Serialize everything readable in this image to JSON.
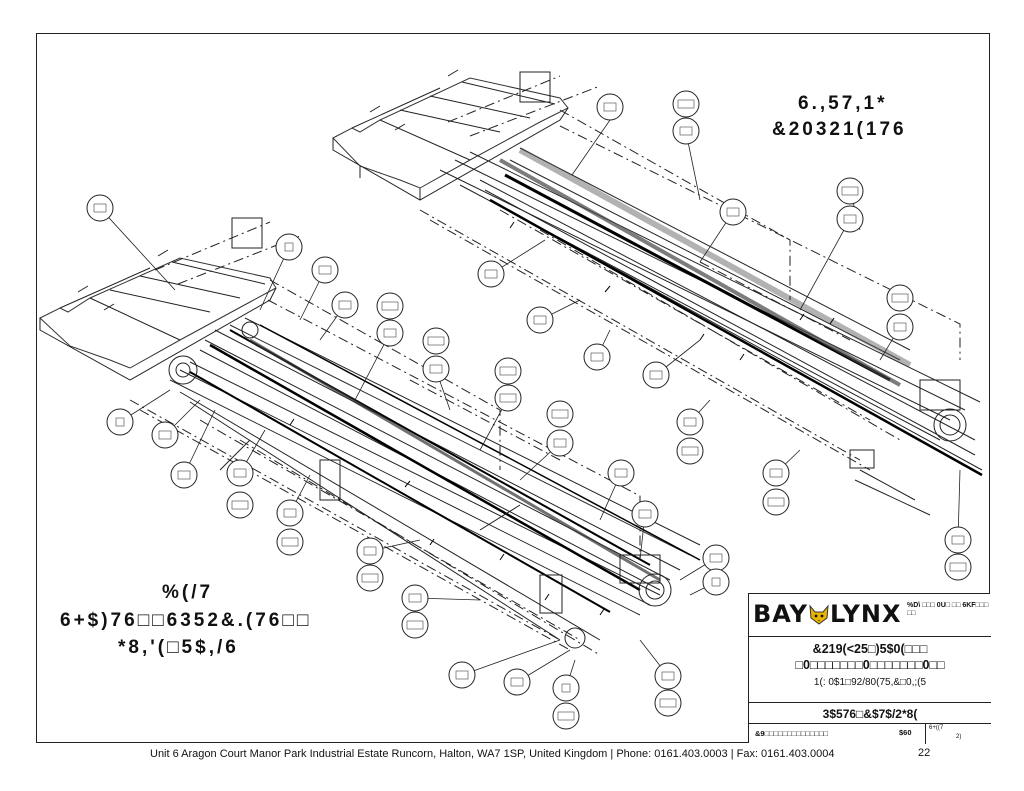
{
  "drawing": {
    "skirt_label": {
      "line1": "6.,57,1*",
      "line2": "&20321(176"
    },
    "belt_label": {
      "line1": "%(/7",
      "line2": "6+$)76□□6352&.(76□□",
      "line3": "*8,'(□5$,/6"
    }
  },
  "title_block": {
    "brand": {
      "left": "BAY",
      "right": "LYNX"
    },
    "tagline": "%D\\ □□□ 0U□ □□ 6KF□□□ □□",
    "description_line1": "&219(<25□)5$0(□□□",
    "description_line2": "□0□□□□□□□0□□□□□□□0□□",
    "description_line3": "1(: 0$1□92/80(75,&□0,;(5",
    "part_title": "3$576□&$7$/2*8(",
    "ref": "&9□□□□□□□□□□□□□□",
    "ref_num": "$60",
    "sheet_label": "6+((7",
    "sheet_value": "2)"
  },
  "footer": {
    "address": "Unit 6 Aragon Court Manor Park Industrial Estate Runcorn, Halton, WA7 1SP, United Kingdom  |  Phone: 0161.403.0003  |  Fax: 0161.403.0004",
    "page_number": "22"
  }
}
